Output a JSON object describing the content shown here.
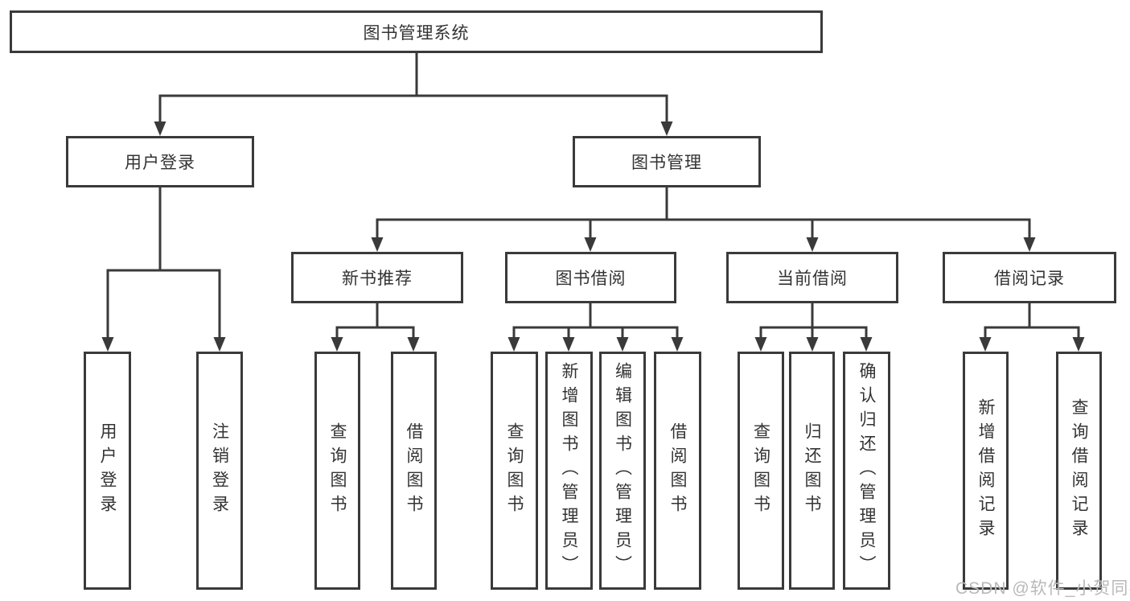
{
  "tree": {
    "root": {
      "label": "图书管理系统"
    },
    "branches": [
      {
        "label": "用户登录",
        "children": [
          {
            "label": "用户登录"
          },
          {
            "label": "注销登录"
          }
        ]
      },
      {
        "label": "图书管理",
        "children": [
          {
            "label": "新书推荐",
            "children": [
              {
                "label": "查询图书"
              },
              {
                "label": "借阅图书"
              }
            ]
          },
          {
            "label": "图书借阅",
            "children": [
              {
                "label": "查询图书"
              },
              {
                "label": "新增图书（管理员）"
              },
              {
                "label": "编辑图书（管理员）"
              },
              {
                "label": "借阅图书"
              }
            ]
          },
          {
            "label": "当前借阅",
            "children": [
              {
                "label": "查询图书"
              },
              {
                "label": "归还图书"
              },
              {
                "label": "确认归还（管理员）"
              }
            ]
          },
          {
            "label": "借阅记录",
            "children": [
              {
                "label": "新增借阅记录"
              },
              {
                "label": "查询借阅记录"
              }
            ]
          }
        ]
      }
    ]
  },
  "watermark": {
    "text": "CSDN @软件_小贺同学"
  },
  "colors": {
    "line": "#3a3a3a",
    "box_border": "#3a3a3a",
    "text": "#333333",
    "watermark": "#b9b9b9",
    "background": "#ffffff"
  }
}
